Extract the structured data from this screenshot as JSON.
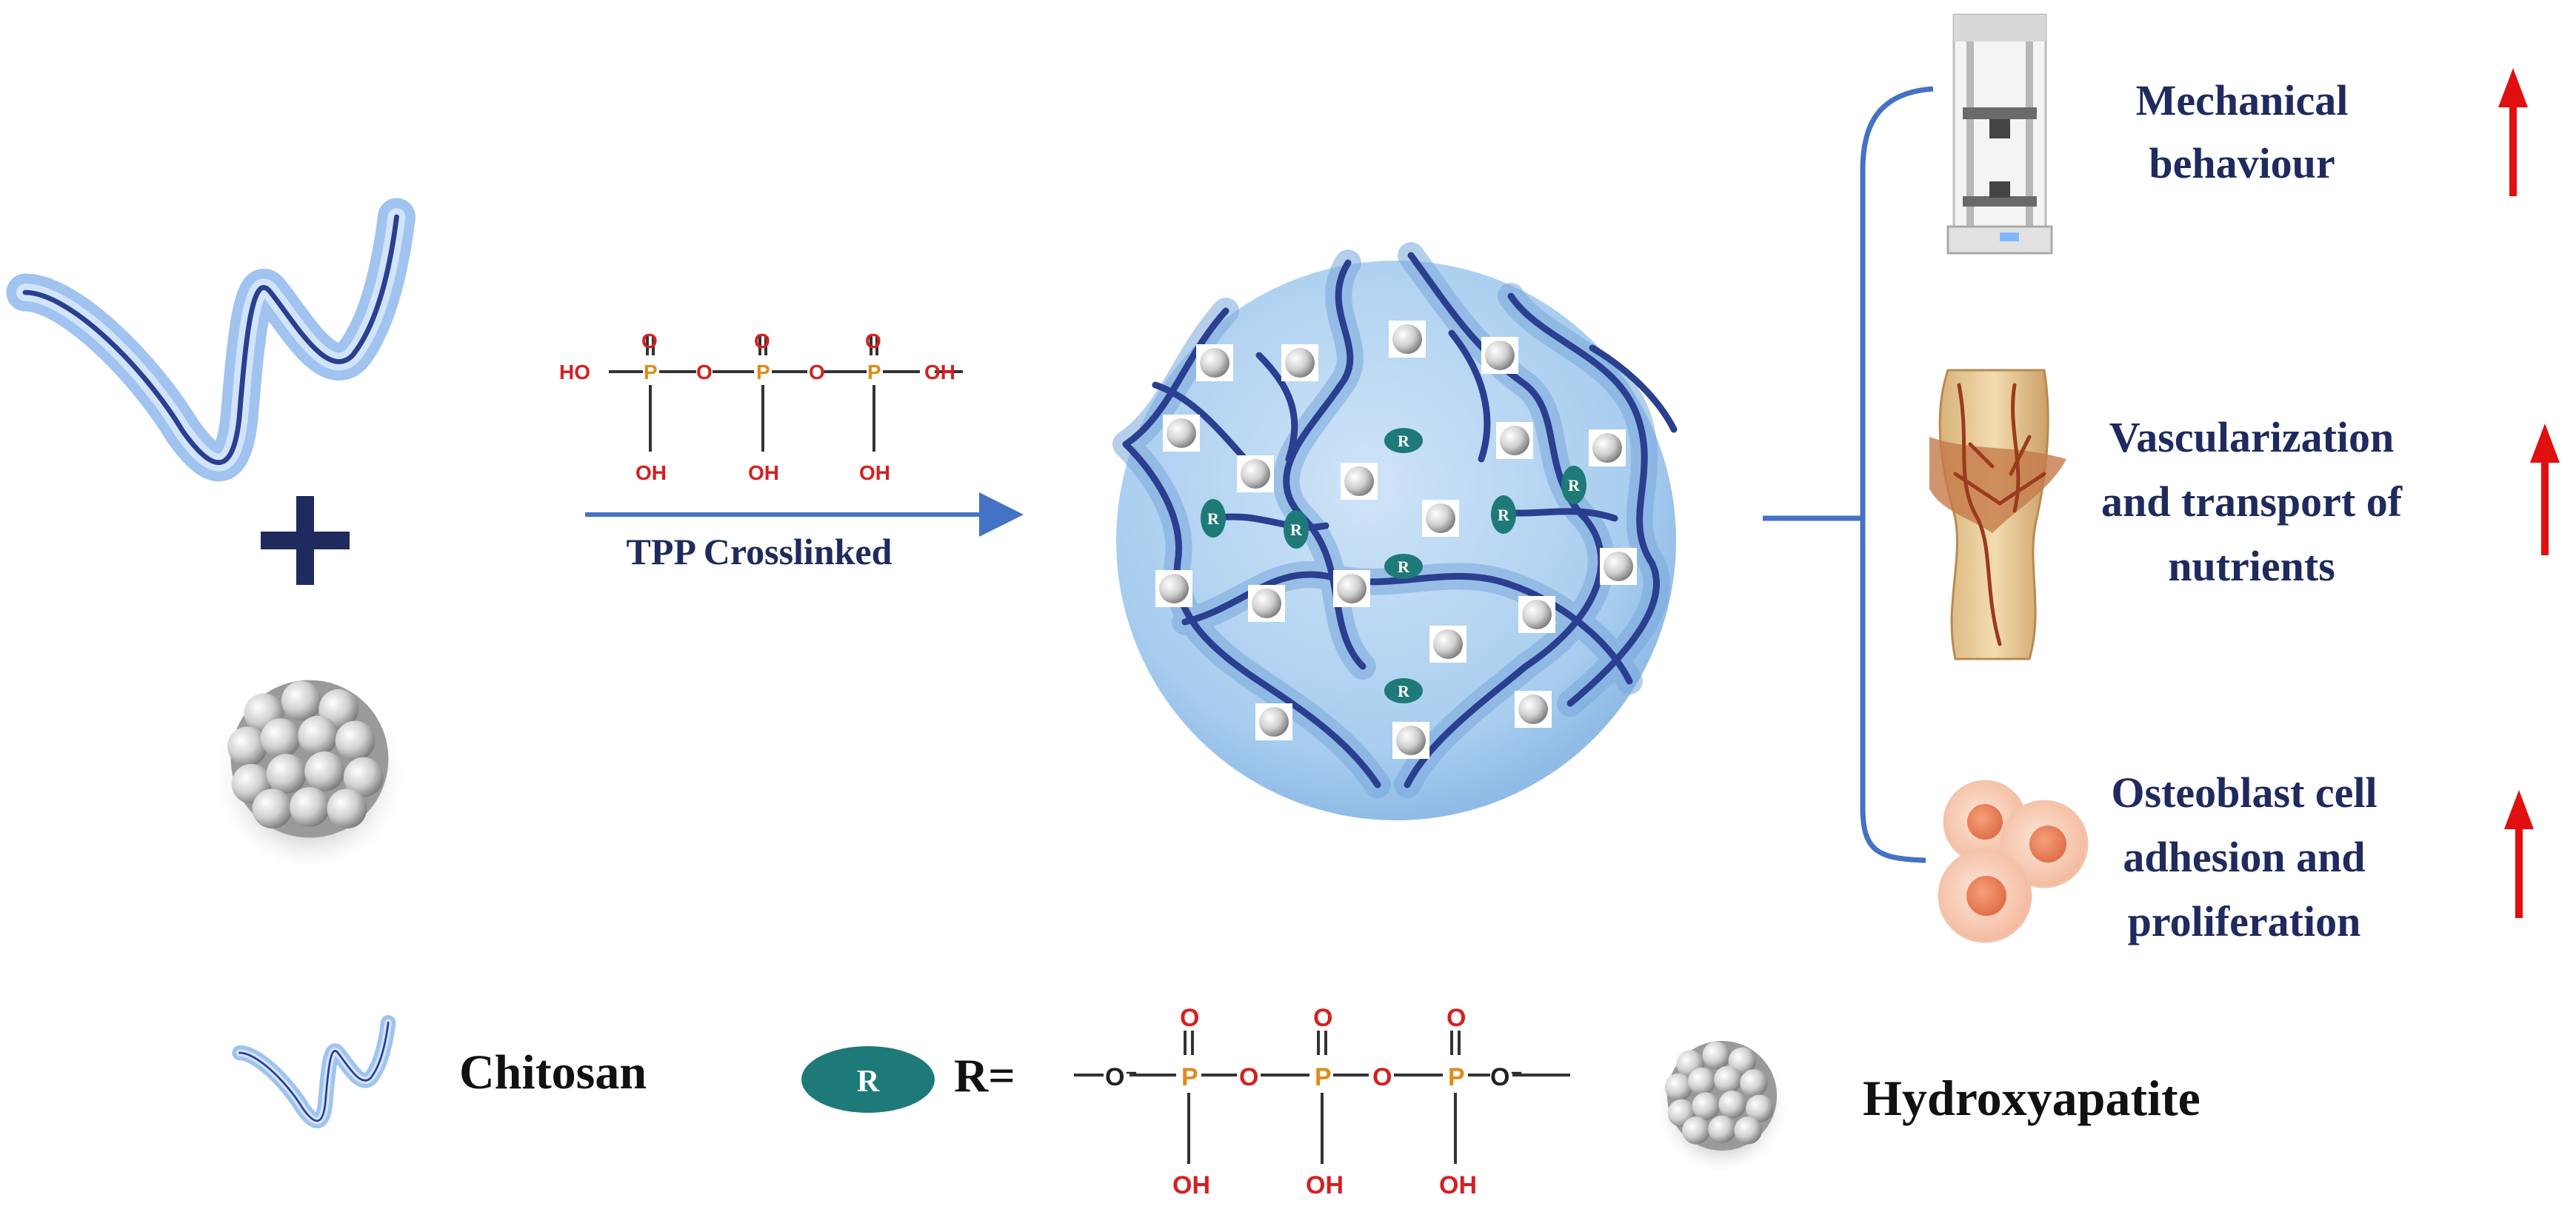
{
  "process": {
    "label": "TPP Crosslinked"
  },
  "outcomes": [
    {
      "lines": [
        "Mechanical",
        "behaviour"
      ],
      "trend": "increase"
    },
    {
      "lines": [
        "Vascularization",
        "and transport of",
        "nutrients"
      ],
      "trend": "increase"
    },
    {
      "lines": [
        "Osteoblast cell",
        "adhesion and",
        "proliferation"
      ],
      "trend": "increase"
    }
  ],
  "legend": {
    "chitosan": "Chitosan",
    "r_symbol": "R",
    "r_equals": "R=",
    "hydroxyapatite": "Hydroxyapatite"
  },
  "chem": {
    "ho": "HO",
    "oh": "OH",
    "o": "O",
    "p": "P",
    "o_minus": "O⁻"
  },
  "colors": {
    "chitosan_dark": "#2a3f8f",
    "chitosan_light": "#8fb8ec",
    "label_navy": "#1f2a5e",
    "arrow_blue": "#4472c4",
    "up_arrow_red": "#e01010",
    "r_node_teal": "#1e7a78",
    "network_sphere": "#a9cdee"
  },
  "icons": {
    "chitosan": "chitosan-strand-icon",
    "hydroxyapatite": "hydroxyapatite-particle-icon",
    "plus": "plus-icon",
    "testing_machine": "tensile-testing-machine-icon",
    "bone": "vascularized-bone-icon",
    "cells": "osteoblast-cells-icon"
  }
}
